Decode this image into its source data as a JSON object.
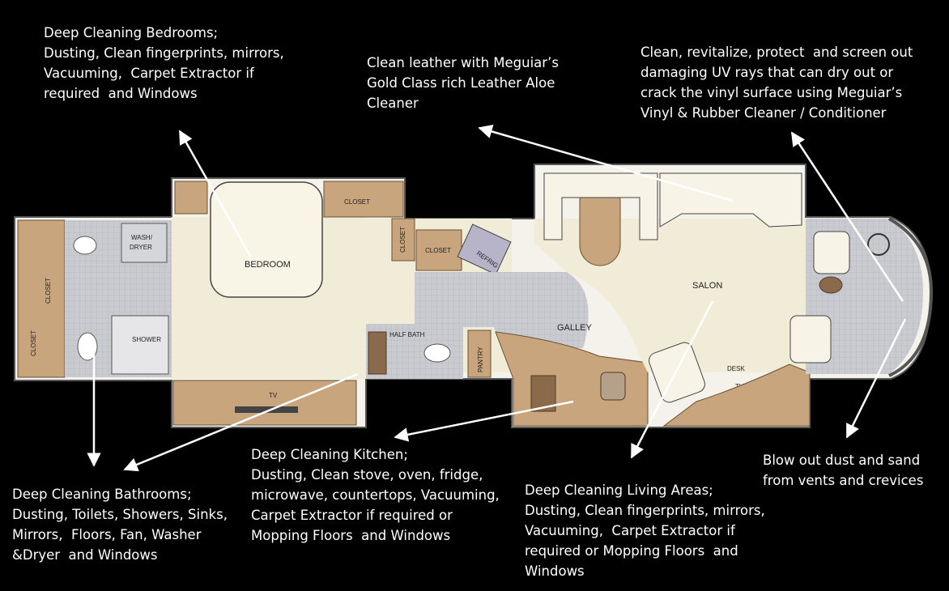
{
  "captions": {
    "bedrooms": "Deep Cleaning Bedrooms;\nDusting, Clean fingerprints, mirrors,\nVacuuming,  Carpet Extractor if\nrequired  and Windows",
    "leather": "Clean leather with Meguiar’s\nGold Class rich Leather Aloe\nCleaner",
    "vinyl": "Clean, revitalize, protect  and screen out\ndamaging UV rays that can dry out or\ncrack the vinyl surface using Meguiar’s\nVinyl & Rubber Cleaner / Conditioner",
    "bathrooms": "Deep Cleaning Bathrooms;\nDusting, Toilets, Showers, Sinks,\nMirrors,  Floors, Fan, Washer\n&Dryer  and Windows",
    "kitchen": "Deep Cleaning Kitchen;\nDusting, Clean stove, oven, fridge,\nmicrowave, countertops, Vacuuming,\nCarpet Extractor if required or\nMopping Floors  and Windows",
    "living": "Deep Cleaning Living Areas;\nDusting, Clean fingerprints, mirrors,\nVacuuming,  Carpet Extractor if\nrequired or Mopping Floors  and\nWindows",
    "vents": "Blow out dust and sand\nfrom vents and crevices"
  },
  "floorplan_labels": {
    "closet_left_1": "CLOSET",
    "closet_left_2": "CLOSET",
    "washer_dryer_1": "WASH/",
    "washer_dryer_2": "DRYER",
    "shower": "SHOWER",
    "bedroom": "BEDROOM",
    "closet_top": "CLOSET",
    "closet_vertical": "CLOSET",
    "closet_mid": "CLOSET",
    "refrig": "REFRIG",
    "half_bath": "HALF BATH",
    "pantry": "PANTRY",
    "galley": "GALLEY",
    "salon": "SALON",
    "desk": "DESK",
    "tv_bedroom": "TV",
    "tv_salon": "TV"
  },
  "colors": {
    "background": "#000000",
    "caption_text": "#ffffff",
    "arrow": "#ffffff",
    "cabinet_wood": "#c8a57c",
    "dark_wood": "#8a6a4a",
    "carpet": "#f0ecd8",
    "tile": "#c9cbd0",
    "exterior": "#f4f2ea"
  }
}
